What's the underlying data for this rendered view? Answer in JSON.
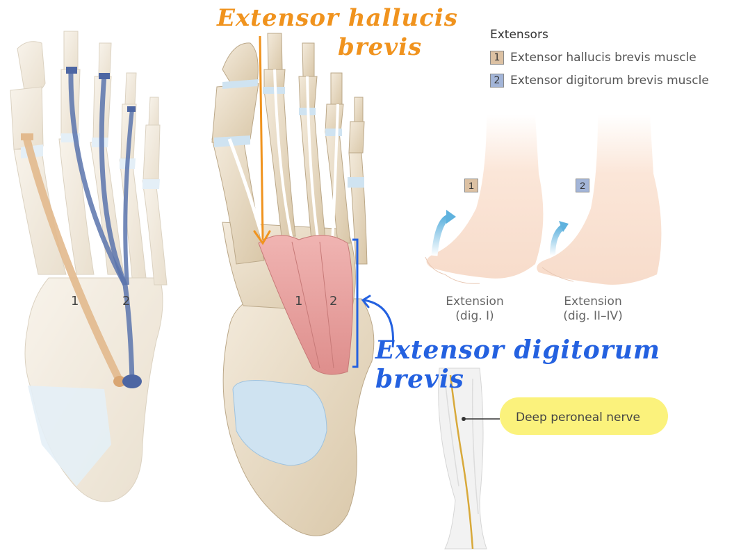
{
  "annotations": {
    "handwritten_orange_line1": "Extensor hallucis",
    "handwritten_orange_line2": "brevis",
    "handwritten_blue": "Extensor digitorum brevis"
  },
  "legend": {
    "title": "Extensors",
    "items": [
      {
        "num": "1",
        "label": "Extensor hallucis brevis muscle",
        "color": "#dcc1a3"
      },
      {
        "num": "2",
        "label": "Extensor digitorum brevis muscle",
        "color": "#a3b5d8"
      }
    ]
  },
  "left_foot": {
    "label1": "1",
    "label2": "2"
  },
  "middle_foot": {
    "label1": "1",
    "label2": "2"
  },
  "actions": [
    {
      "badge": "1",
      "caption_line1": "Extension",
      "caption_line2": "(dig. I)"
    },
    {
      "badge": "2",
      "caption_line1": "Extension",
      "caption_line2": "(dig. II–IV)"
    }
  ],
  "nerve": {
    "label": "Deep peroneal nerve"
  },
  "colors": {
    "bone": "#e9dcc4",
    "bone_stroke": "#c8b79a",
    "cartilage": "#cfe3f1",
    "tendon_blue": "#5a74ad",
    "tendon_orange": "#e2b98d",
    "muscle": "#e9a2a0",
    "annotation_orange": "#f0931e",
    "annotation_blue": "#2461e0",
    "nerve_highlight": "#fbf27c"
  }
}
